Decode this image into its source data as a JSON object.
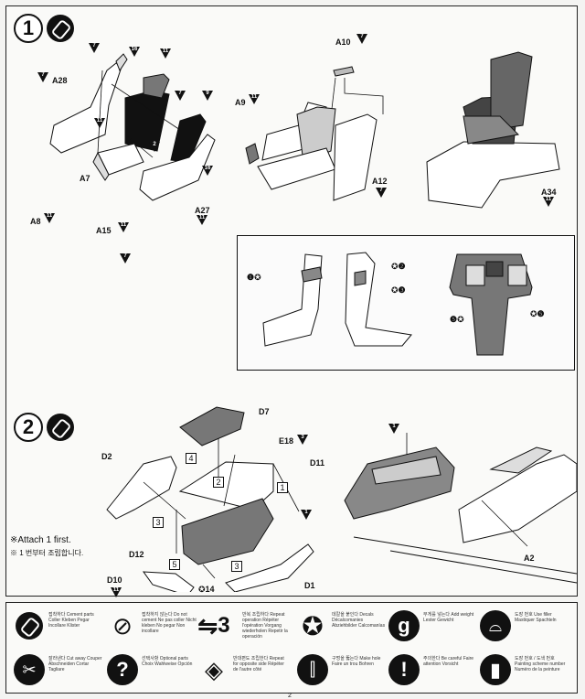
{
  "steps": {
    "step1": {
      "number": "1",
      "parts": {
        "a28": "A28",
        "a7": "A7",
        "a27": "A27",
        "a10": "A10",
        "a9": "A9",
        "a12": "A12",
        "a34": "A34",
        "a8": "A8",
        "a15": "A15"
      },
      "color_tags": [
        "7",
        "16",
        "11",
        "7",
        "7",
        "9",
        "11",
        "2",
        "16",
        "11",
        "7",
        "11",
        "7",
        "11",
        "11",
        "11",
        "7",
        "16"
      ],
      "detail_box": {
        "decal_1": "1",
        "decal_2": "2",
        "decal_3": "3",
        "decal_5a": "5",
        "decal_5b": "5"
      }
    },
    "step2": {
      "number": "2",
      "parts": {
        "d7": "D7",
        "e18": "E18",
        "d11": "D11",
        "d2": "D2",
        "d12": "D12",
        "d10": "D10",
        "d1": "D1",
        "a2": "A2"
      },
      "sequence": [
        "4",
        "2",
        "1",
        "3",
        "5",
        "3"
      ],
      "decal_14": "14",
      "tags": {
        "e18_tag": "3",
        "d10_tag": "11",
        "canopy_tag": "1",
        "d11_tag": "1"
      },
      "note_en": "※Attach 1 first.",
      "note_kr": "※ 1 번부터 조립합니다."
    }
  },
  "legend": [
    {
      "icon": "cement-icon",
      "text": "접착하다 Cement parts Coller Kleben Pegar Incollare Klister"
    },
    {
      "icon": "no-cement-icon",
      "text": "접착하지 않는다 Do not cement Ne pas coller Nicht kleben No pegar Non incollare"
    },
    {
      "icon": "repeat-icon",
      "text": "반복 조립하다 Repeat operation Répéter l'opération Vorgang wiederholen Repetir la operación",
      "count": "3"
    },
    {
      "icon": "decal-icon",
      "text": "데칼을 붙인다 Decals Décalcomanies Abziehbilder Calcomanías"
    },
    {
      "icon": "weight-icon",
      "text": "무게를 넣는다 Add weight Lester Gewicht",
      "letter": "g"
    },
    {
      "icon": "paint-icon",
      "text": "도장 번호 Use filler Mastiquer Spachteln"
    },
    {
      "icon": "cut-icon",
      "text": "잘라낸다 Cut away Couper Abschneiden Cortar Tagliare"
    },
    {
      "icon": "option-icon",
      "text": "선택사항 Optional parts Choix Wahlweise Opción",
      "letter": "?"
    },
    {
      "icon": "opposite-icon",
      "text": "반대편도 조립한다 Repeat for opposite side Répéter de l'autre côté"
    },
    {
      "icon": "drill-icon",
      "text": "구멍을 뚫는다 Make hole Faire un trou Bohren"
    },
    {
      "icon": "caution-icon",
      "text": "주의한다 Be careful Faire attention Vorsicht",
      "letter": "!"
    },
    {
      "icon": "paint-number-icon",
      "text": "도장 번호 / 도색 번호 Painting scheme number Numéro de la peinture"
    }
  ],
  "page_number": "2"
}
